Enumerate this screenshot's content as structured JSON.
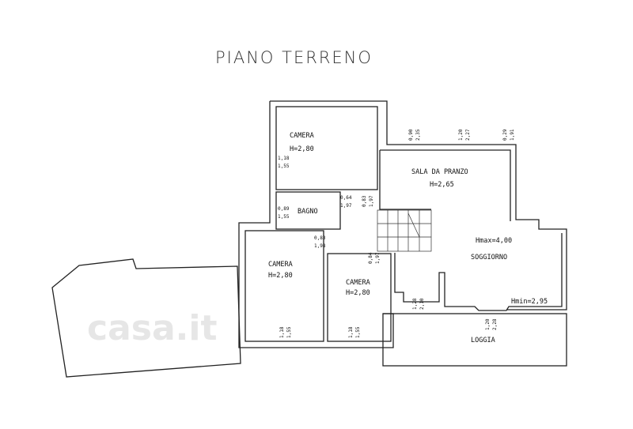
{
  "title": "PIANO TERRENO",
  "watermark": "casa.it",
  "rooms": [
    {
      "name": "CAMERA",
      "height": "H=2,80"
    },
    {
      "name": "SALA DA PRANZO",
      "height": "H=2,65"
    },
    {
      "name": "BAGNO"
    },
    {
      "name": "SOGGIORNO",
      "hmax": "Hmax=4,00",
      "hmin": "Hmin=2,95"
    },
    {
      "name": "CAMERA",
      "height": "H=2,80"
    },
    {
      "name": "CAMERA",
      "height": "H=2,80"
    },
    {
      "name": "LOGGIA"
    }
  ],
  "openings": [
    {
      "w": "1,18",
      "h": "1,55"
    },
    {
      "w": "0,89",
      "h": "1,55"
    },
    {
      "w": "0,64",
      "h": "1,97"
    },
    {
      "w": "0,83",
      "h": "1,97"
    },
    {
      "w": "0,83",
      "h": "1,98"
    },
    {
      "w": "0,84",
      "h": "1,97"
    },
    {
      "w": "0,90",
      "h": "2,35"
    },
    {
      "w": "1,20",
      "h": "2,27"
    },
    {
      "w": "0,29",
      "h": "1,91"
    },
    {
      "w": "1,28",
      "h": "2,10"
    },
    {
      "w": "1,20",
      "h": "2,28"
    },
    {
      "w": "1,18",
      "h": "1,55"
    },
    {
      "w": "1,18",
      "h": "1,55"
    }
  ]
}
